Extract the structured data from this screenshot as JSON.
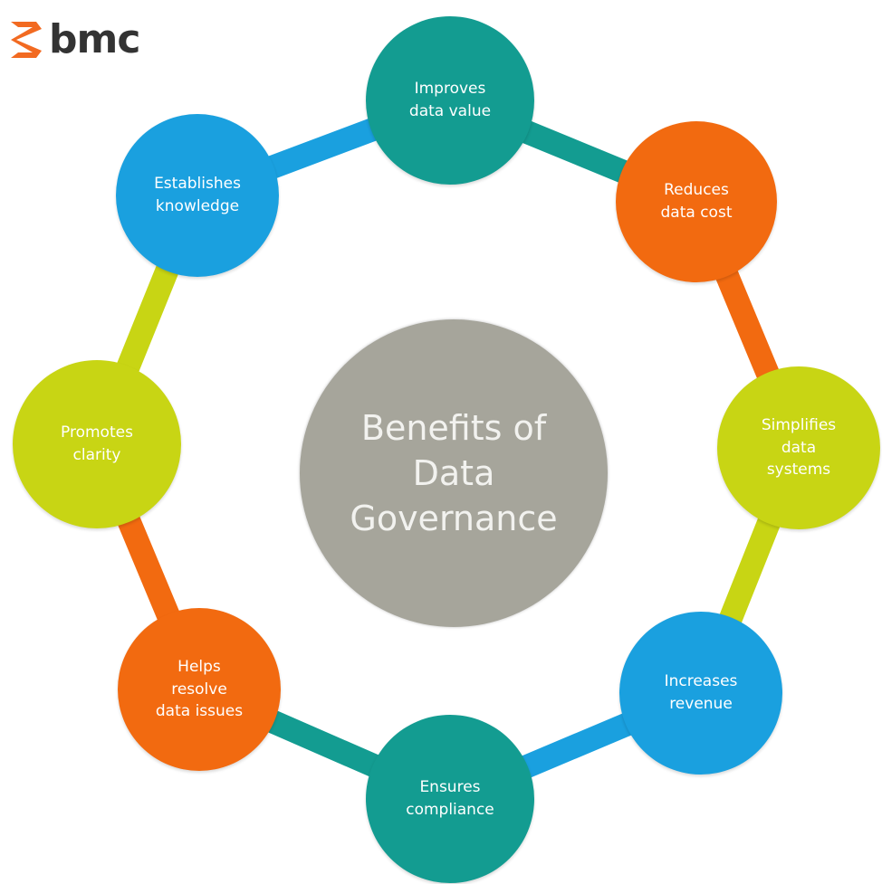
{
  "logo": {
    "text": "bmc",
    "mark_color": "#f26a21"
  },
  "center": {
    "text": "Benefits of\nData\nGovernance",
    "color": "#a6a59b"
  },
  "ring": {
    "segment_colors": [
      "#1aa0df",
      "#139c91",
      "#f26a10",
      "#c8d514",
      "#1aa0df",
      "#139c91",
      "#f26a10",
      "#c8d514"
    ]
  },
  "nodes": [
    {
      "label": "Improves\ndata value",
      "color": "#139c91"
    },
    {
      "label": "Reduces\ndata cost",
      "color": "#f26a10"
    },
    {
      "label": "Simplifies\ndata\nsystems",
      "color": "#c8d514"
    },
    {
      "label": "Increases\nrevenue",
      "color": "#1aa0df"
    },
    {
      "label": "Ensures\ncompliance",
      "color": "#139c91"
    },
    {
      "label": "Helps\nresolve\ndata issues",
      "color": "#f26a10"
    },
    {
      "label": "Promotes\nclarity",
      "color": "#c8d514"
    },
    {
      "label": "Establishes\nknowledge",
      "color": "#1aa0df"
    }
  ]
}
